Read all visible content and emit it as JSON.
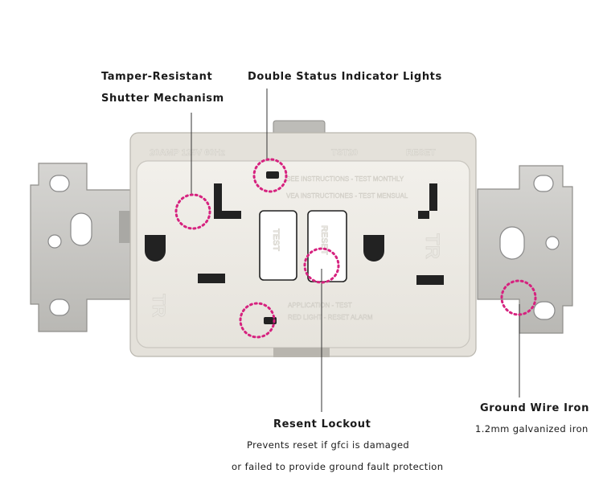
{
  "callouts": {
    "tamper": {
      "line1": "Tamper-Resistant",
      "line2": "Shutter  Mechanism"
    },
    "indicator": {
      "title": "Double Status Indicator Lights"
    },
    "lockout": {
      "title": "Resent Lockout",
      "desc1": "Prevents reset if gfci is damaged",
      "desc2": "or failed to provide ground fault protection"
    },
    "ground": {
      "title": "Ground Wire Iron",
      "desc": "1.2mm galvanized iron"
    }
  },
  "device": {
    "top_rating": "20AMP  125V  60Hz",
    "top_test": "TST20",
    "top_reset": "RESET",
    "instr_en": "SEE INSTRUCTIONS - TEST MONTHLY",
    "instr_es": "VEA INSTRUCTIONES - TEST MENSUAL",
    "test_btn": "TEST",
    "reset_btn": "RESET",
    "tr_mark": "TR",
    "bottom_line1": "APPLICATION - TEST",
    "bottom_line2": "RED LIGHT - RESET ALARM"
  },
  "colors": {
    "dot_marker": "#d6227f",
    "plate": "#c9c8c4",
    "body": "#efede8"
  }
}
